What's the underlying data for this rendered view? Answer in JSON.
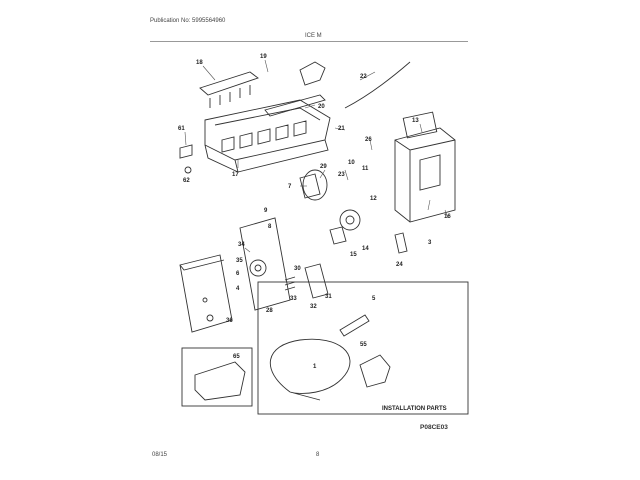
{
  "header": {
    "publication": "Publication No: 5995564960",
    "section": "ICE M"
  },
  "footer": {
    "date": "08/15",
    "page": "8",
    "figure_code": "P08CE03"
  },
  "install_box_label": "INSTALLATION PARTS",
  "callouts": [
    "18",
    "19",
    "20",
    "22",
    "17",
    "21",
    "61",
    "62",
    "13",
    "26",
    "29",
    "10",
    "11",
    "7",
    "23",
    "9",
    "8",
    "12",
    "16",
    "34",
    "35",
    "6",
    "14",
    "15",
    "3",
    "24",
    "30",
    "33",
    "32",
    "31",
    "4",
    "28",
    "36",
    "65",
    "1",
    "55",
    "5"
  ]
}
